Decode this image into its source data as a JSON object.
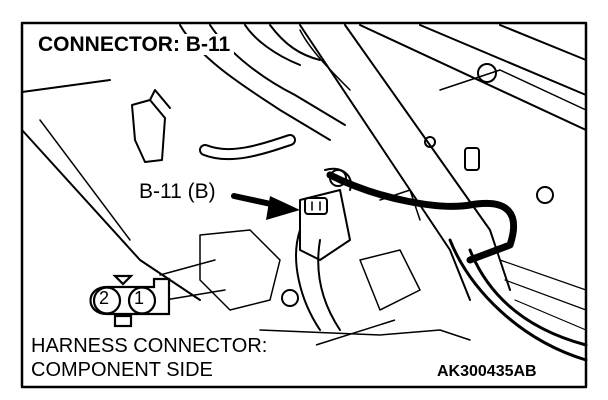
{
  "diagram": {
    "title": "CONNECTOR: B-11",
    "callout": "B-11 (B)",
    "connector_view": {
      "pins": [
        "2",
        "1"
      ]
    },
    "caption_line1": "HARNESS CONNECTOR:",
    "caption_line2": "COMPONENT SIDE",
    "figure_code": "AK300435AB"
  },
  "colors": {
    "ink": "#000000",
    "paper": "#ffffff"
  }
}
